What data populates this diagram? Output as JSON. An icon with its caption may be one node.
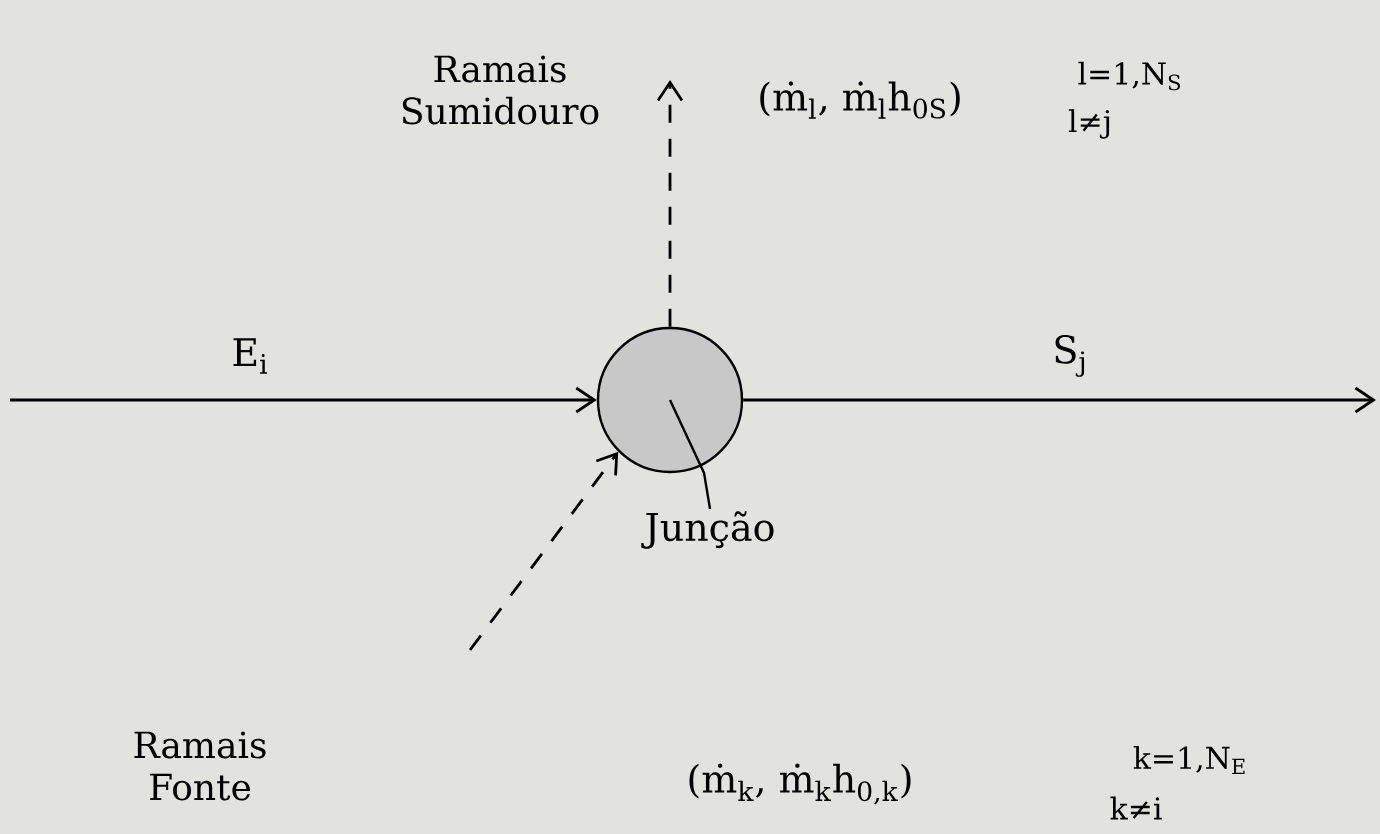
{
  "diagram": {
    "nodes": [
      {
        "text": [],
        "shape": "circle"
      },
      {
        "text": [
          "Junção"
        ]
      }
    ],
    "edges": [
      {
        "from": null,
        "to": 0,
        "arrow": "to",
        "label": "E$_{i}$"
      },
      {
        "from": 0,
        "to": null,
        "arrow": "to",
        "label": "S$_{j}$"
      },
      {
        "from": 0,
        "to": null,
        "arrow": "to",
        "style": "dashed"
      },
      {
        "from": null,
        "to": 0,
        "arrow": "to",
        "style": "dashed"
      },
      {
        "from": 1,
        "to": 0,
        "arrow": "none"
      }
    ],
    "labels": [
      "Ramais Sumidouro",
      "(ṁ$_{l}$, ṁ$_{l}$h$_{0S}$)",
      "l=1,N$_{S}$",
      "l≠j",
      "Ramais Fonte",
      "(ṁ$_{k}$, ṁ$_{k}$h$_{0,k}$)",
      "k=1,N$_{E}$",
      "k≠i"
    ]
  }
}
